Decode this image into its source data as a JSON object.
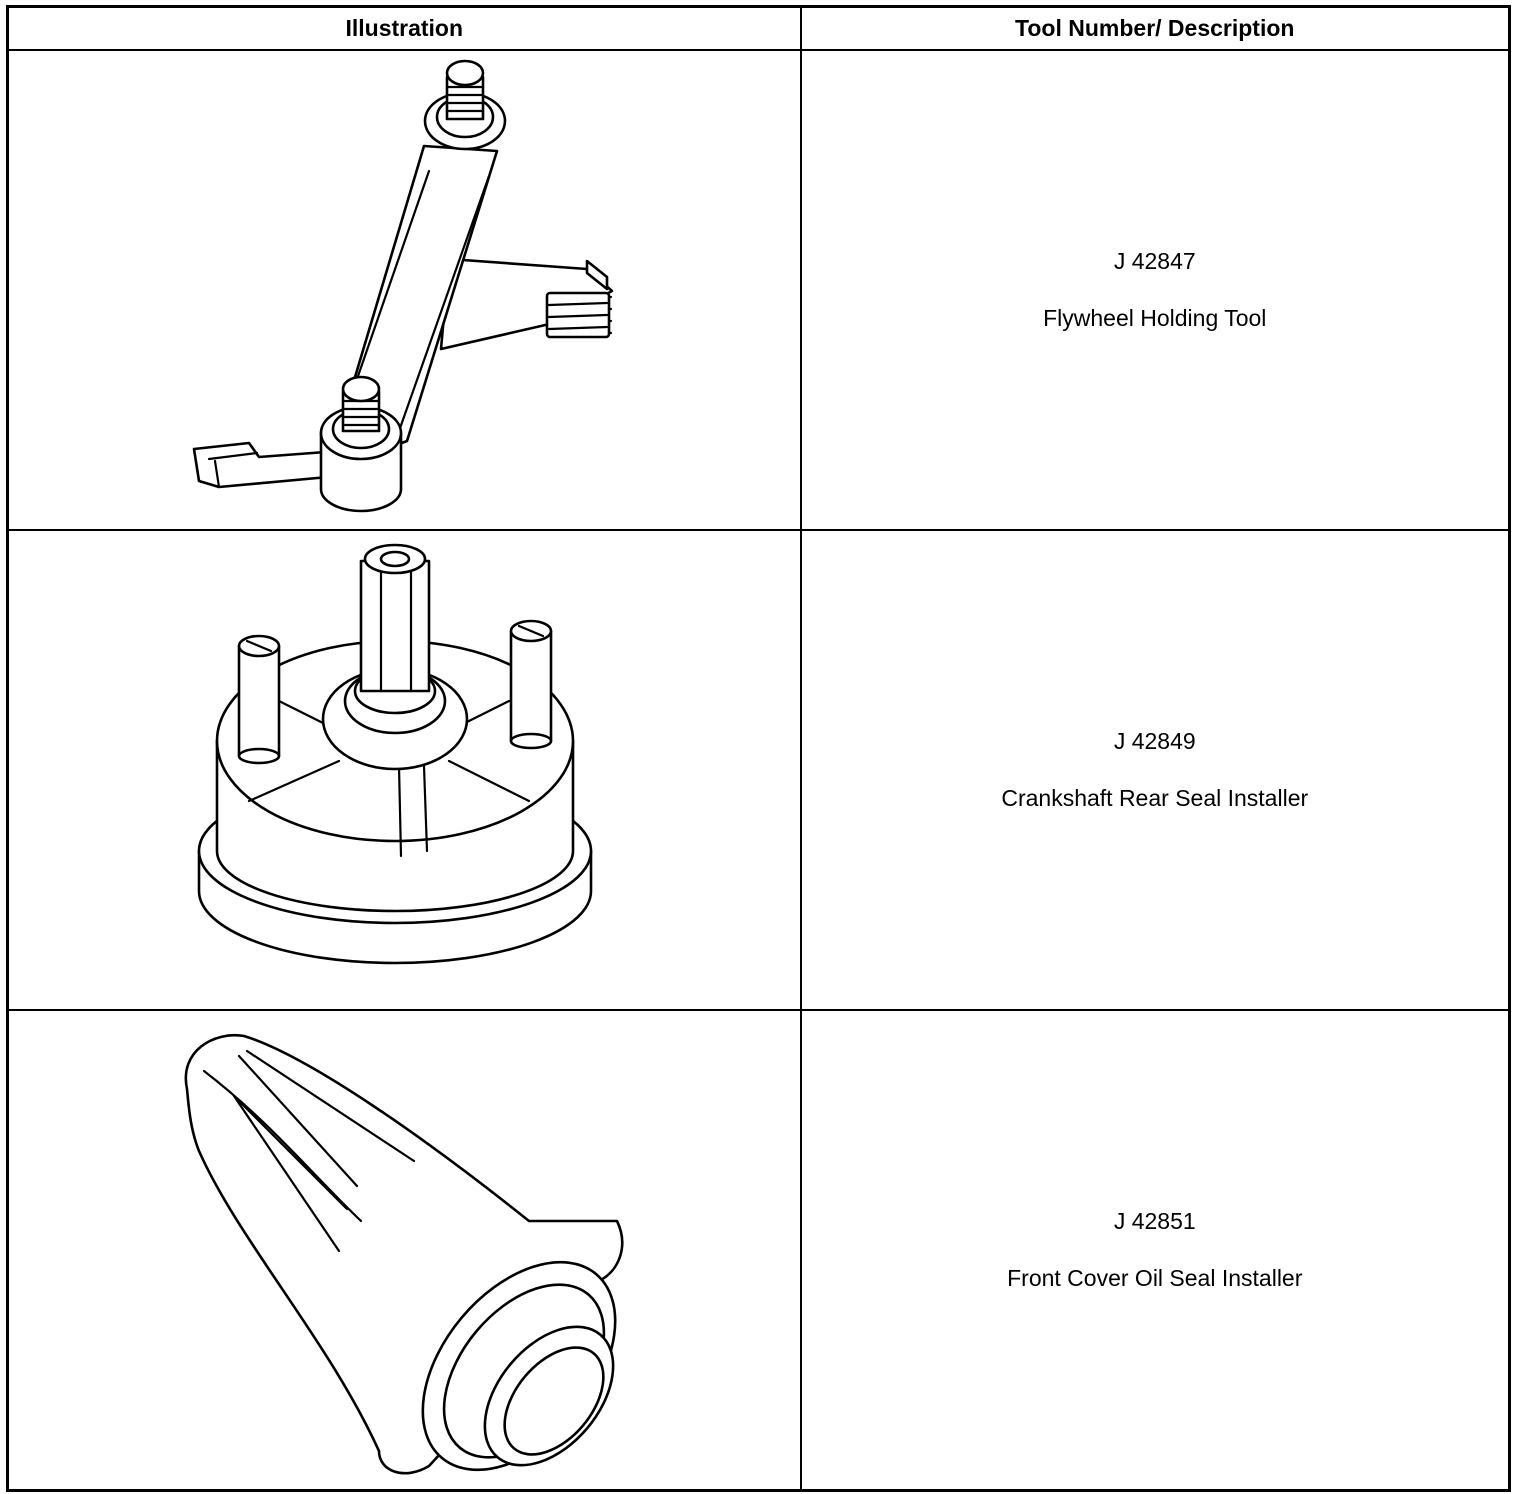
{
  "table": {
    "headers": {
      "illustration": "Illustration",
      "tool": "Tool Number/ Description"
    },
    "rows": [
      {
        "number": "J 42847",
        "description": "Flywheel Holding Tool",
        "icon": "flywheel-holding-tool-icon"
      },
      {
        "number": "J 42849",
        "description": "Crankshaft Rear Seal Installer",
        "icon": "crankshaft-rear-seal-installer-icon"
      },
      {
        "number": "J 42851",
        "description": "Front Cover Oil Seal Installer",
        "icon": "front-cover-oil-seal-installer-icon"
      }
    ]
  }
}
